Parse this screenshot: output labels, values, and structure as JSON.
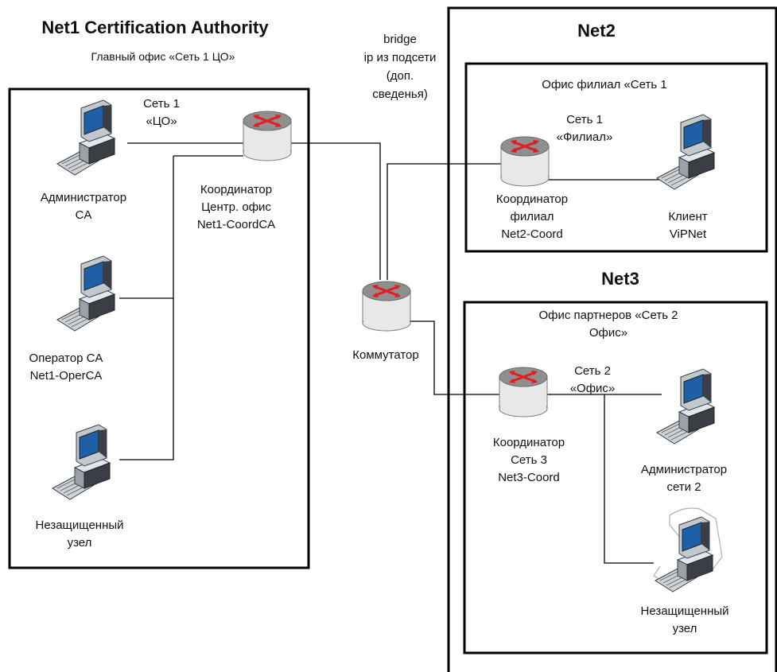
{
  "colors": {
    "line": "#000000",
    "router_body": "#e8e8e8",
    "router_top": "#8f8f8f",
    "router_arrow": "#e41e1e",
    "pc_case": "#bfc5cc",
    "pc_dark": "#3b3f45",
    "pc_screen": "#1e5fa6"
  },
  "net1": {
    "title": "Net1 Certification Authority",
    "subtitle": "Главный офис «Сеть 1 ЦО»",
    "network_label": [
      "Сеть 1",
      "«ЦО»"
    ],
    "coordinator": {
      "icon": "router-icon",
      "label": [
        "Координатор",
        "Центр. офис",
        "Net1-CoordCA"
      ]
    },
    "admin": {
      "icon": "computer-icon",
      "label": [
        "Администратор",
        "CA"
      ]
    },
    "operator": {
      "icon": "computer-icon",
      "label": [
        "Оператор  CA",
        "Net1-OperCA"
      ]
    },
    "unprotected": {
      "icon": "computer-icon",
      "label": [
        "Незащищенный",
        "узел"
      ]
    }
  },
  "bridge": {
    "label": [
      "bridge",
      "ip из подсети",
      "(доп.",
      "сведенья)"
    ]
  },
  "switch": {
    "icon": "router-icon",
    "label": "Коммутатор"
  },
  "net2": {
    "title": "Net2",
    "office_label": "Офис филиал «Сеть 1",
    "network_label": [
      "Сеть 1",
      "«Филиал»"
    ],
    "coordinator": {
      "icon": "router-icon",
      "label": [
        "Координатор",
        "филиал",
        "Net2-Coord"
      ]
    },
    "client": {
      "icon": "computer-icon",
      "label": [
        "Клиент",
        "ViPNet"
      ]
    }
  },
  "net3": {
    "title": "Net3",
    "office_label": [
      "Офис партнеров «Сеть 2",
      "Офис»"
    ],
    "network_label": [
      "Сеть 2",
      "«Офис»"
    ],
    "coordinator": {
      "icon": "router-icon",
      "label": [
        "Координатор",
        "Сеть 3",
        "Net3-Coord"
      ]
    },
    "admin": {
      "icon": "computer-icon",
      "label": [
        "Администратор",
        "сети 2"
      ]
    },
    "unprotected": {
      "icon": "computer-icon",
      "label": [
        "Незащищенный",
        "узел"
      ]
    }
  }
}
